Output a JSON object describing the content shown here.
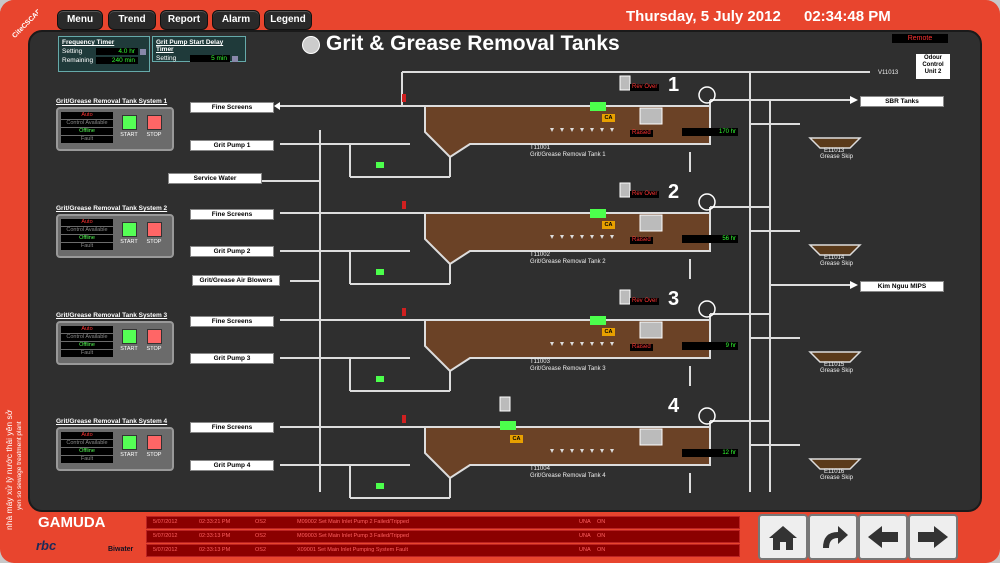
{
  "brand": {
    "name": "CiteCSCADA",
    "company": "GAMUDA",
    "logos": [
      "rbc",
      "Biwater"
    ],
    "vertical_line1": "nhà máy xử lý nước thải yên sở",
    "vertical_line2": "yen so sewage treatment plant"
  },
  "nav": {
    "menu": "Menu",
    "trend": "Trend",
    "report": "Report",
    "alarm": "Alarm",
    "legend": "Legend"
  },
  "header": {
    "date": "Thursday, 5 July 2012",
    "time": "02:34:48 PM",
    "title": "Grit & Grease Removal Tanks",
    "remote": "Remote"
  },
  "freq_timer": {
    "title": "Frequency Timer",
    "setting_label": "Setting",
    "setting_value": "4.0 hr",
    "remaining_label": "Remaining",
    "remaining_value": "240 min"
  },
  "pump_timer": {
    "title": "Grit Pump Start Delay Timer",
    "setting_label": "Setting",
    "setting_value": "5 min"
  },
  "odour": {
    "label": "Odour Control Unit 2",
    "valve": "V11013"
  },
  "outputs": {
    "sbr": "SBR Tanks",
    "kim_nguu": "Kim Nguu MIPS",
    "service_water": "Service Water",
    "blowers": "Grit/Grease Air Blowers"
  },
  "systems": [
    {
      "title": "Grit/Grease Removal Tank System 1",
      "auto": "Auto",
      "control": "Control Available",
      "offline": "Offline",
      "fault": "Fault",
      "start": "START",
      "stop": "STOP",
      "fine": "Fine Screens",
      "pump": "Grit Pump 1",
      "tank": "Grit/Grease Removal Tank 1",
      "tank_id": "T11001",
      "num": "1",
      "hrs": "170 hr",
      "rev": "Rev Over",
      "raised": "Raised",
      "skip": "Grease Skip",
      "skip_id": "E11013"
    },
    {
      "title": "Grit/Grease Removal Tank System 2",
      "auto": "Auto",
      "control": "Control Available",
      "offline": "Offline",
      "fault": "Fault",
      "start": "START",
      "stop": "STOP",
      "fine": "Fine Screens",
      "pump": "Grit Pump 2",
      "tank": "Grit/Grease Removal Tank 2",
      "tank_id": "T11002",
      "num": "2",
      "hrs": "56 hr",
      "rev": "Rev Over",
      "raised": "Raised",
      "skip": "Grease Skip",
      "skip_id": "E11014"
    },
    {
      "title": "Grit/Grease Removal Tank System 3",
      "auto": "Auto",
      "control": "Control Available",
      "offline": "Offline",
      "fault": "Fault",
      "start": "START",
      "stop": "STOP",
      "fine": "Fine Screens",
      "pump": "Grit Pump 3",
      "tank": "Grit/Grease Removal Tank 3",
      "tank_id": "T11003",
      "num": "3",
      "hrs": "9 hr",
      "rev": "Rev Over",
      "raised": "Raised",
      "skip": "Grease Skip",
      "skip_id": "E11015"
    },
    {
      "title": "Grit/Grease Removal Tank System 4",
      "auto": "Auto",
      "control": "Control Available",
      "offline": "Offline",
      "fault": "Fault",
      "start": "START",
      "stop": "STOP",
      "fine": "Fine Screens",
      "pump": "Grit Pump 4",
      "tank": "Grit/Grease Removal Tank 4",
      "tank_id": "T11004",
      "num": "4",
      "hrs": "12 hr",
      "rev": "",
      "raised": "",
      "skip": "Grease Skip",
      "skip_id": "E11016"
    }
  ],
  "alarms": [
    {
      "date": "5/07/2012",
      "time": "02:33:21 PM",
      "area": "OS2",
      "msg": "M09002 Set Main Inlet Pump 2 Failed/Tripped",
      "state": "UNA",
      "onoff": "ON"
    },
    {
      "date": "5/07/2012",
      "time": "02:33:13 PM",
      "area": "OS2",
      "msg": "M09003 Set Main Inlet Pump 3 Failed/Tripped",
      "state": "UNA",
      "onoff": "ON"
    },
    {
      "date": "5/07/2012",
      "time": "02:33:13 PM",
      "area": "OS2",
      "msg": "X09001 Set Main Inlet Pumping System Fault",
      "state": "UNA",
      "onoff": "ON"
    }
  ],
  "colors": {
    "frame": "#e8452e",
    "screen": "#2f2f2f",
    "tank": "#6b4226",
    "active": "#4cff4c"
  }
}
